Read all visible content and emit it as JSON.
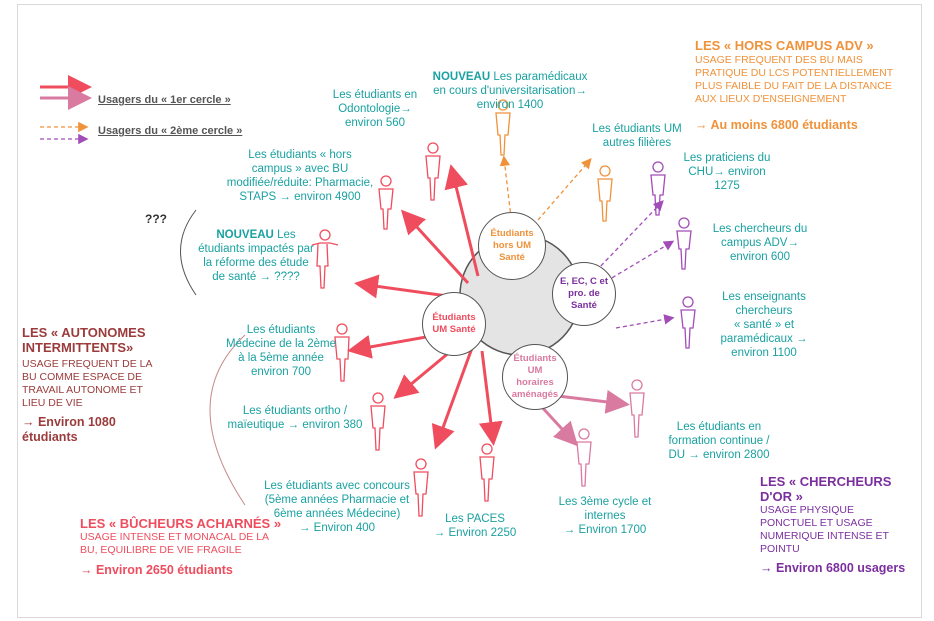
{
  "legend": {
    "first_circle": "Usagers du « 1er cercle »",
    "second_circle": "Usagers du « 2ème cercle »"
  },
  "question_marks": "???",
  "nodes": {
    "center_um": "Étudiants\nUM Santé",
    "hors_um": "Étudiants\nhors UM\nSanté",
    "pros": "E, EC, C et\npro. de\nSanté",
    "horaires": "Étudiants\nUM\nhoraires\naménagés"
  },
  "groups": {
    "odontologie": "Les étudiants en\nOdontologie→\nenviron 560",
    "paramedicaux_new": "NOUVEAU",
    "paramedicaux": " Les paramédicaux\nen cours d'universitarisation→\nenviron 1400",
    "autres_filieres": "Les étudiants UM\nautres filières",
    "hors_campus": "Les étudiants « hors\ncampus » avec BU\nmodifiée/réduite:  Pharmacie,\nSTAPS → environ 4900",
    "reforme_new": "NOUVEAU",
    "reforme": " Les\nétudiants impactés par\nla réforme des étude\nde santé → ????",
    "praticiens": "Les praticiens du\nCHU→ environ\n1275",
    "chercheurs": "Les chercheurs du\ncampus ADV→\nenviron 600",
    "enseignants": "Les enseignants\nchercheurs\n« santé » et\nparamédicaux →\nenviron 1100",
    "medecine": "Les étudiants\nMédecine de la 2ème\nà la 5ème année\nenviron 700",
    "ortho": "Les étudiants ortho /\nmaïeutique → environ 380",
    "concours": "Les étudiants avec concours\n(5ème années Pharmacie et\n6ème années Médecine)\n→ Environ 400",
    "paces": "Les PACES\n→ Environ 2250",
    "troisieme_cycle": "Les 3ème cycle et\ninternes\n→ Environ 1700",
    "formation_continue": "Les étudiants en\nformation continue /\nDU → environ 2800"
  },
  "categories": {
    "hors_campus": {
      "title": "LES « HORS CAMPUS ADV »",
      "desc": "USAGE FREQUENT DES BU MAIS\nPRATIQUE DU LCS POTENTIELLEMENT\nPLUS FAIBLE DU FAIT DE LA DISTANCE\nAUX LIEUX D'ENSEIGNEMENT",
      "total": "→ Au moins 6800 étudiants",
      "color": "#f0923a"
    },
    "autonomes": {
      "title": "LES « AUTONOMES\nINTERMITTENTS»",
      "desc": "USAGE FREQUENT DE LA\nBU COMME ESPACE DE\nTRAVAIL AUTONOME ET\nLIEU DE VIE",
      "total": "→ Environ 1080\nétudiants",
      "color": "#9b3b3b"
    },
    "bucheurs": {
      "title": "LES « BÛCHEURS ACHARNÉS »",
      "desc": "USAGE INTENSE ET MONACAL DE LA\nBU, EQUILIBRE DE VIE FRAGILE",
      "total": "→ Environ 2650 étudiants",
      "color": "#ef4d5e"
    },
    "chercheurs_or": {
      "title": "LES « CHERCHEURS\nD'OR »",
      "desc": " USAGE PHYSIQUE\nPONCTUEL ET USAGE\nNUMERIQUE INTENSE ET\nPOINTU",
      "total": "→ Environ 6800 usagers",
      "color": "#7b2f9e"
    }
  },
  "colors": {
    "teal": "#1aa1a1",
    "red": "#ef4d5e",
    "orange": "#f0923a",
    "purple": "#a24db7",
    "pink": "#d97aa0",
    "grey": "#e5e5e5"
  }
}
